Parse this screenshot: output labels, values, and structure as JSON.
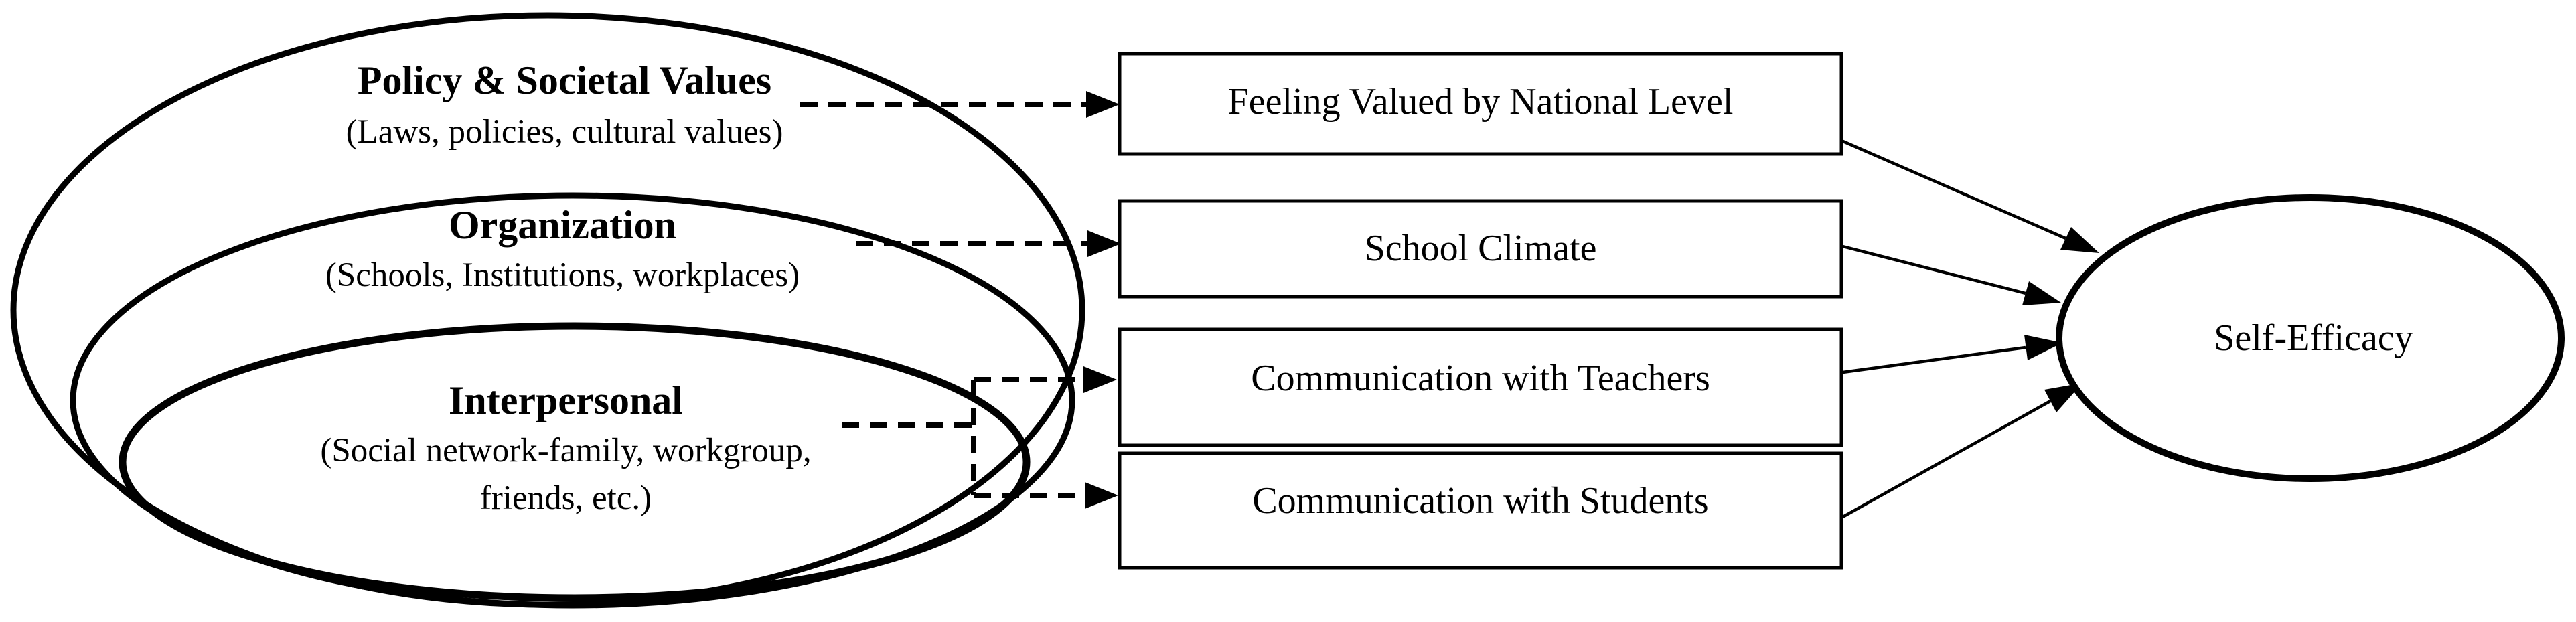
{
  "figure": {
    "background": "#ffffff",
    "ink": "#000000",
    "ecological_levels": [
      {
        "title": "Policy & Societal Values",
        "subtitle": "(Laws, policies, cultural values)"
      },
      {
        "title": "Organization",
        "subtitle": "(Schools, Institutions, workplaces)"
      },
      {
        "title": "Interpersonal",
        "subtitle": "(Social network-family, workgroup,",
        "subtitle2": "friends, etc.)"
      }
    ],
    "mediators": [
      {
        "label": "Feeling Valued by National Level"
      },
      {
        "label": "School Climate"
      },
      {
        "label": "Communication with Teachers"
      },
      {
        "label": "Communication with Students"
      }
    ],
    "outcome": {
      "label": "Self-Efficacy"
    }
  }
}
